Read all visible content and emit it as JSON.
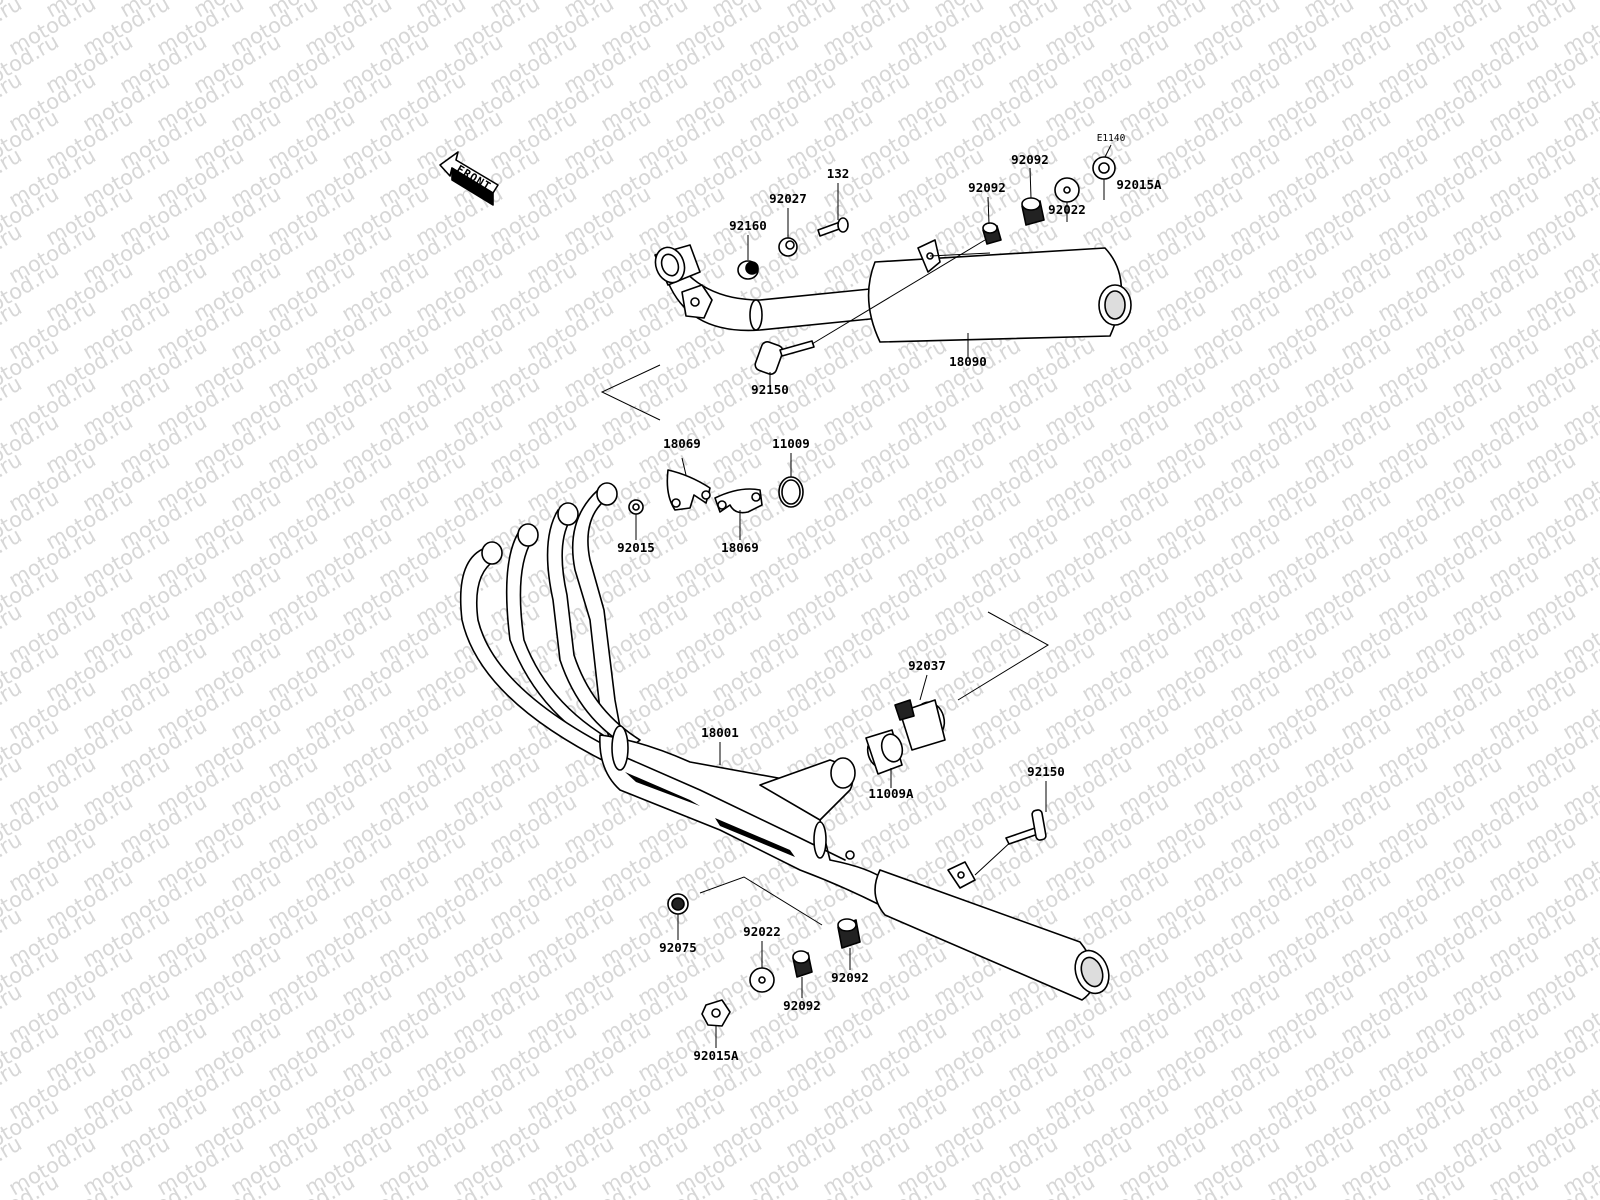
{
  "watermark": {
    "text": "motod.ru"
  },
  "diagram_code": "E1140",
  "front_arrow": {
    "label": "FRONT"
  },
  "parts": {
    "p92160": "92160",
    "p92027": "92027",
    "p132": "132",
    "p92092_top_a": "92092",
    "p92092_top_b": "92092",
    "p92022_top": "92022",
    "p92015A_top": "92015A",
    "p18090": "18090",
    "p92150_top": "92150",
    "p18069_a": "18069",
    "p18069_b": "18069",
    "p11009": "11009",
    "p92015": "92015",
    "p92037": "92037",
    "p18001": "18001",
    "p11009A": "11009A",
    "p92150_bottom": "92150",
    "p92075": "92075",
    "p92022_bottom": "92022",
    "p92092_bottom_a": "92092",
    "p92092_bottom_b": "92092",
    "p92015A_bottom": "92015A"
  }
}
